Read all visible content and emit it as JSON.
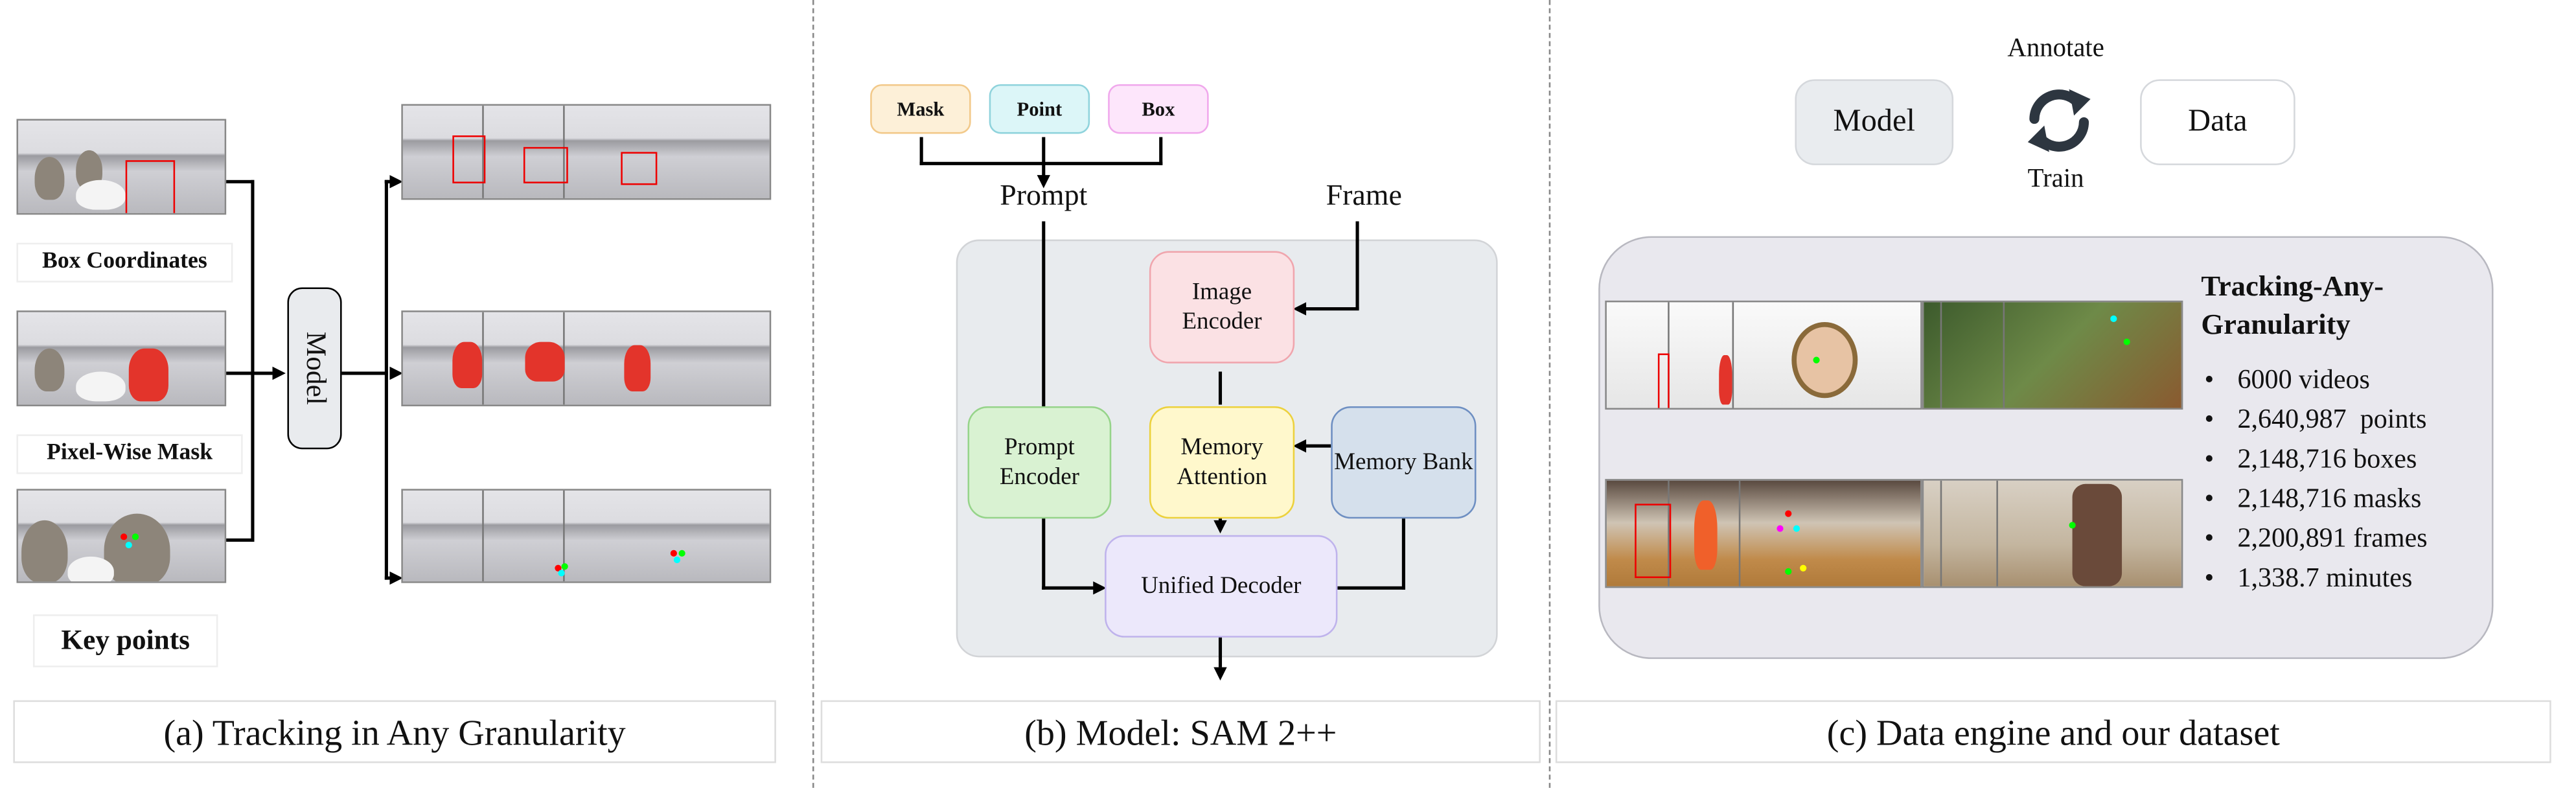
{
  "panel_a": {
    "inputs": [
      {
        "label": "Box Coordinates",
        "type": "box"
      },
      {
        "label": "Pixel-Wise Mask",
        "type": "mask"
      },
      {
        "label": "Key points",
        "type": "points"
      }
    ],
    "model_label": "Model",
    "caption": "(a) Tracking in Any Granularity"
  },
  "panel_b": {
    "prompt_types": [
      "Mask",
      "Point",
      "Box"
    ],
    "prompt_colors": {
      "Mask": "#fdf0d8",
      "Point": "#dcf6f8",
      "Box": "#fde6fb"
    },
    "prompt_label": "Prompt",
    "frame_label": "Frame",
    "blocks": {
      "image_encoder": "Image Encoder",
      "prompt_encoder": "Prompt Encoder",
      "memory_attention": "Memory Attention",
      "memory_bank": "Memory Bank",
      "unified_decoder": "Unified Decoder"
    },
    "block_colors": {
      "image_encoder": "#fbe1e4",
      "prompt_encoder": "#d9f2d2",
      "memory_attention": "#fff8cc",
      "memory_bank": "#d5e0ec",
      "unified_decoder": "#ece8fb"
    },
    "caption": "(b) Model: SAM 2++"
  },
  "panel_c": {
    "model_label": "Model",
    "data_label": "Data",
    "annotate_label": "Annotate",
    "train_label": "Train",
    "cycle_icon": "refresh-cycle-icon",
    "dataset_title": "Tracking-Any-Granularity",
    "stats": [
      "6000 videos",
      "2,640,987  points",
      "2,148,716 boxes",
      "2,148,716 masks",
      "2,200,891 frames",
      "1,338.7 minutes"
    ],
    "caption": "(c) Data engine and our dataset"
  }
}
